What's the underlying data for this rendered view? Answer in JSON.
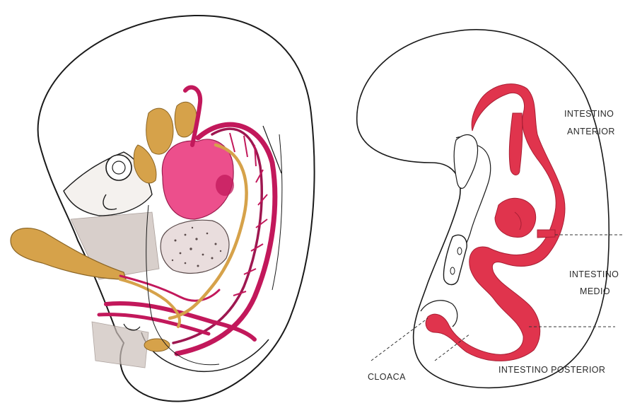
{
  "labels": {
    "foregut_line1": "INTESTINO",
    "foregut_line2": "ANTERIOR",
    "midgut_line1": "INTESTINO",
    "midgut_line2": "MEDIO",
    "hindgut": "INTESTINO POSTERIOR",
    "cloaca": "CLOACA"
  },
  "colors": {
    "gut_red": "#e0344d",
    "vessel_magenta": "#c2185b",
    "heart_pink": "#ec4f8c",
    "yolk_ochre": "#d6a24a",
    "outline": "#1a1a1a"
  }
}
